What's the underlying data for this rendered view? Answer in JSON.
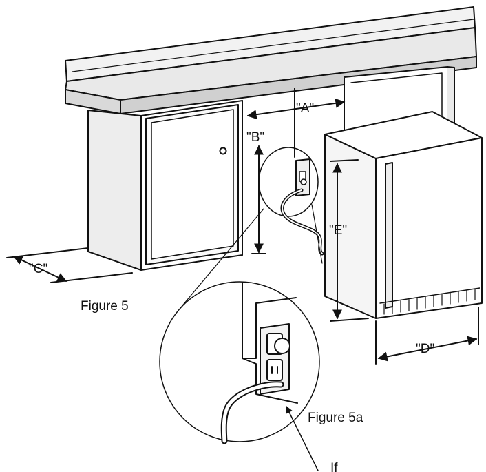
{
  "labels": {
    "a": "\"A\"",
    "b": "\"B\"",
    "c": "\"C\"",
    "d": "\"D\"",
    "e": "\"E\""
  },
  "captions": {
    "figure5": "Figure 5",
    "figure5a": "Figure 5a",
    "bottom_cut": "If"
  }
}
